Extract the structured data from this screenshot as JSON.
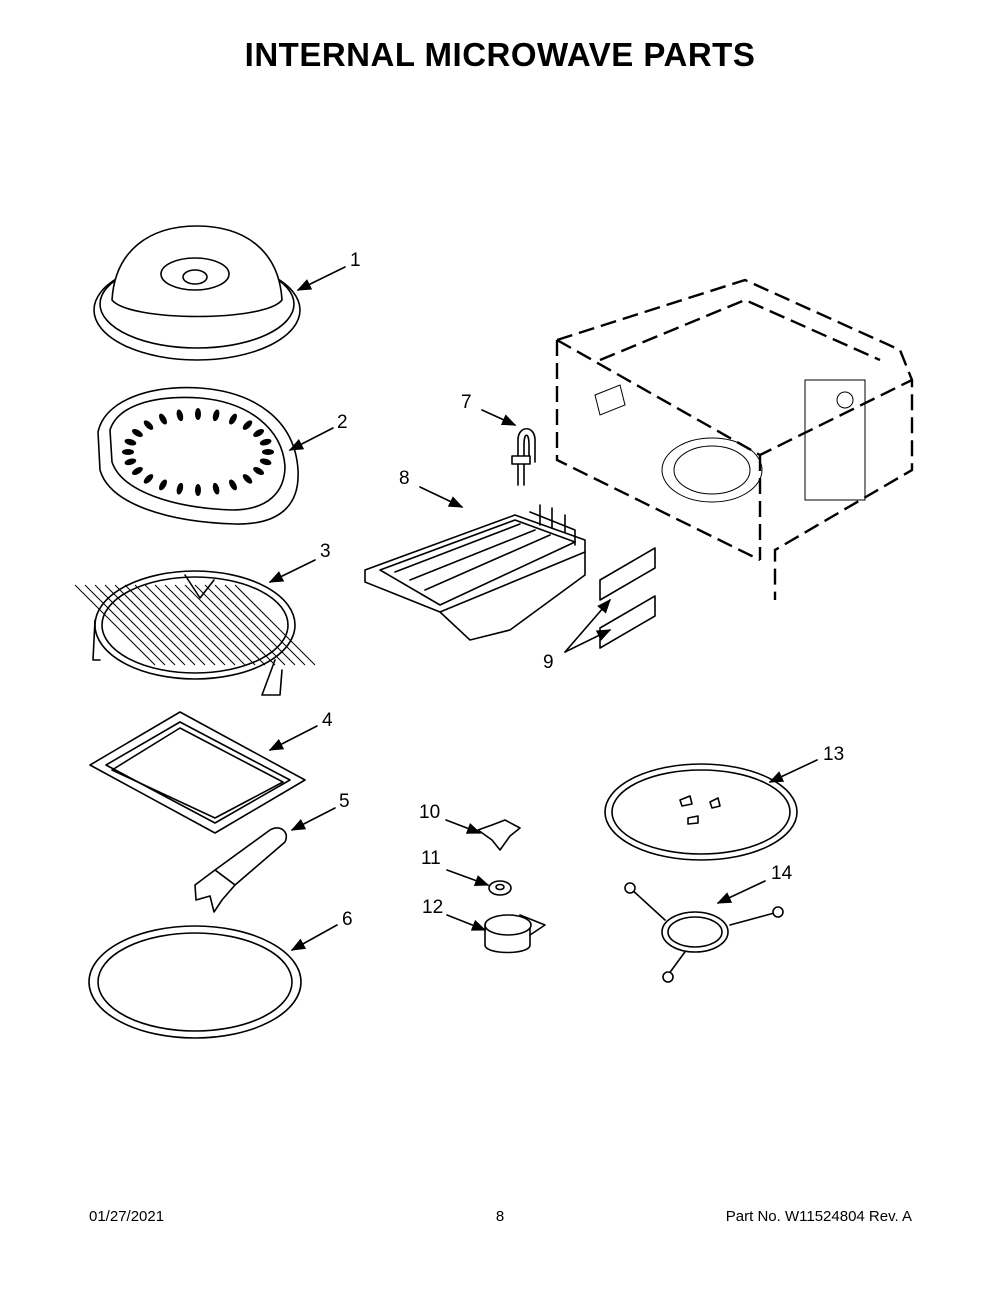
{
  "title": "INTERNAL MICROWAVE PARTS",
  "footer": {
    "date": "01/27/2021",
    "page": "8",
    "part": "Part No.  W11524804  Rev.  A"
  },
  "callouts": [
    "1",
    "2",
    "3",
    "4",
    "5",
    "6",
    "7",
    "8",
    "9",
    "10",
    "11",
    "12",
    "13",
    "14"
  ]
}
